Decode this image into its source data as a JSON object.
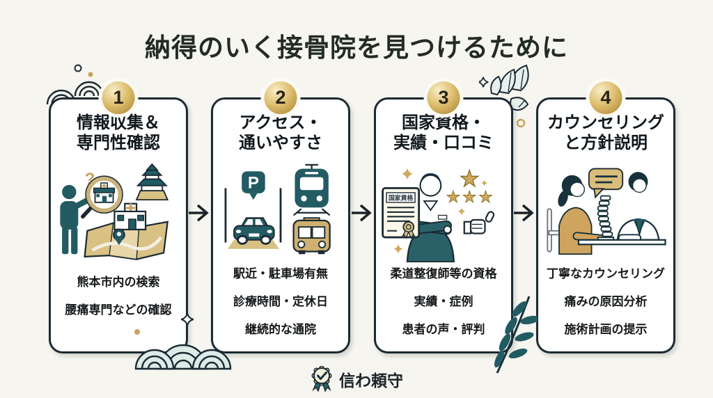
{
  "title": "納得のいく接骨院を見つけるために",
  "steps": [
    {
      "number": "1",
      "heading_line1": "情報収集＆",
      "heading_line2": "専門性確認",
      "illustration": "person-searching-map-castle",
      "question_mark": "?",
      "bullets": [
        "熊本市内の検索",
        "腰痛専門などの確認"
      ]
    },
    {
      "number": "2",
      "heading_line1": "アクセス・",
      "heading_line2": "通いやすさ",
      "illustration": "parking-car-train-bus",
      "parking_letter": "P",
      "bullets": [
        "駅近・駐車場有無",
        "診療時間・定休日",
        "継続的な通院"
      ]
    },
    {
      "number": "3",
      "heading_line1": "国家資格・",
      "heading_line2": "実績・口コミ",
      "illustration": "certificate-practitioner-rating",
      "certificate_label": "国家資格",
      "bullets": [
        "柔道整復師等の資格",
        "実績・症例",
        "患者の声・評判"
      ]
    },
    {
      "number": "4",
      "heading_line1": "カウンセリング",
      "heading_line2": "と方針説明",
      "illustration": "counseling-doctor-patient",
      "bullets": [
        "丁寧なカウンセリング",
        "痛みの原因分析",
        "施術計画の提示"
      ]
    }
  ],
  "footer": {
    "brand": "信わ頼守",
    "badge_icon": "rosette-check-icon"
  },
  "colors": {
    "background": "#f6f5ef",
    "card_border": "#1b2a32",
    "badge_gold": "#c79a3e",
    "teal": "#235b63",
    "tan": "#d9c184",
    "light_teal": "#dcebe7",
    "accent_gold": "#c9a35c",
    "ink": "#15181a"
  }
}
